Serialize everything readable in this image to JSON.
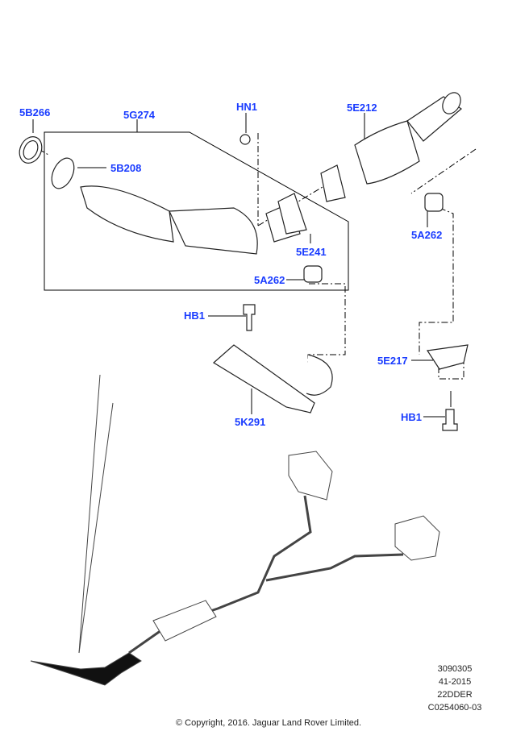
{
  "callouts": {
    "gasket_inlet": "5B266",
    "front_pipe_assembly": "5G274",
    "nut_top": "HN1",
    "catalytic_converter": "5E212",
    "clamp": "5B208",
    "flange_gasket": "5E241",
    "insulator_left": "5A262",
    "insulator_right": "5A262",
    "bolt_left": "HB1",
    "bracket_right": "5E217",
    "heat_shield": "5K291",
    "bolt_right": "HB1"
  },
  "drawing_info": {
    "number": "3090305",
    "group": "41-2015",
    "code": "22DDER",
    "ref": "C0254060-03"
  },
  "copyright": "© Copyright, 2016. Jaguar Land Rover Limited.",
  "colors": {
    "callout": "#1a3cff",
    "line": "#000000"
  }
}
